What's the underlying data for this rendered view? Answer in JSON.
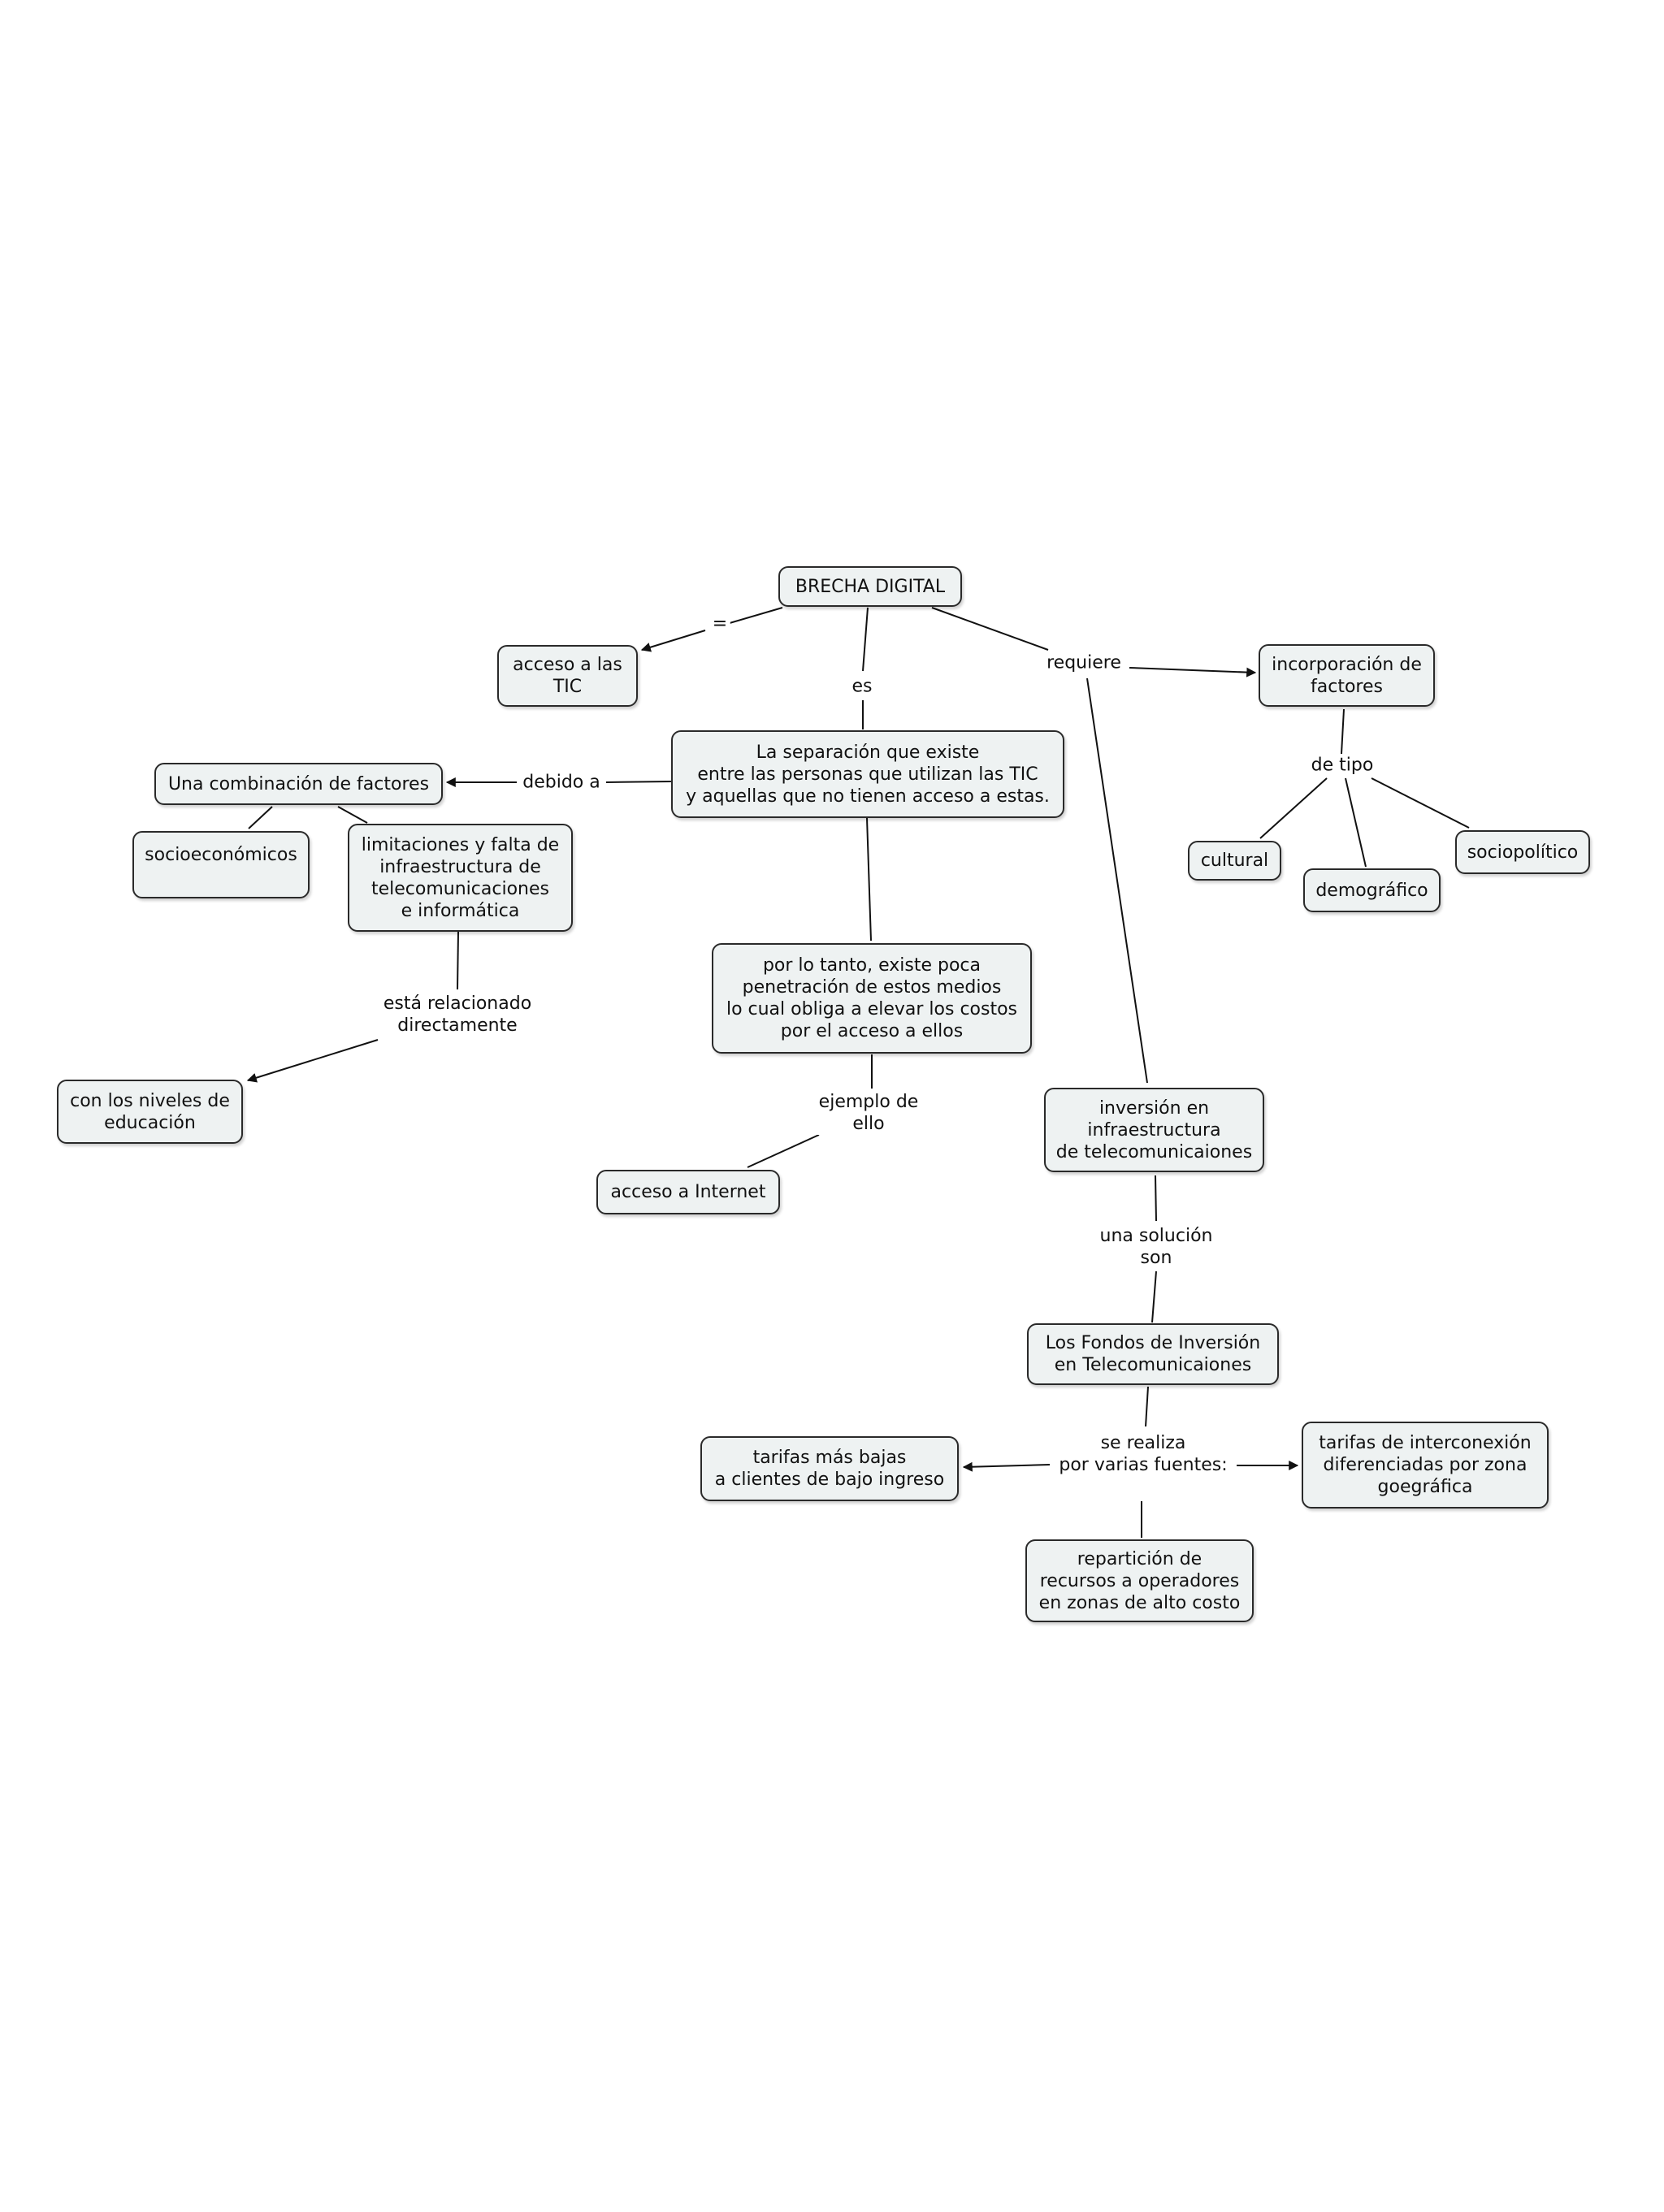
{
  "diagram": {
    "nodes": {
      "brecha": "BRECHA DIGITAL",
      "acceso_tic": "acceso a las\nTIC",
      "separacion": "La separación que existe\n entre las personas que utilizan las TIC\ny aquellas que no tienen acceso a estas.",
      "combinacion": "Una combinación de factores",
      "socioeconomicos": "socioeconómicos",
      "limitaciones": "limitaciones y falta de\ninfraestructura de\ntelecomunicaciones\ne informática",
      "niveles_educacion": "con los niveles de\neducación",
      "por_lo_tanto": "por lo tanto, existe poca\npenetración de estos medios\nlo cual obliga a elevar los costos\npor el acceso a ellos",
      "acceso_internet": "acceso a Internet",
      "incorporacion": "incorporación de\nfactores",
      "cultural": "cultural",
      "demografico": "demográfico",
      "sociopolitico": "sociopolítico",
      "inversion": "inversión en\ninfraestructura\nde telecomunicaiones",
      "fondos": "Los Fondos de Inversión\nen Telecomunicaiones",
      "tarifas_bajas": "tarifas más bajas\na clientes de bajo ingreso",
      "tarifas_interconexion": "tarifas de interconexión\n diferenciadas por zona\ngoegráfica",
      "reparticion": "repartición de\nrecursos a operadores\nen zonas de alto costo"
    },
    "links": {
      "igual": "=",
      "es": "es",
      "requiere": "requiere",
      "debido_a": "debido a",
      "relacionado": "está relacionado\ndirectamente",
      "ejemplo": "ejemplo de\nello",
      "de_tipo": "de tipo",
      "solucion": "una solución\nson",
      "se_realiza": "se realiza\npor varias fuentes:"
    }
  }
}
